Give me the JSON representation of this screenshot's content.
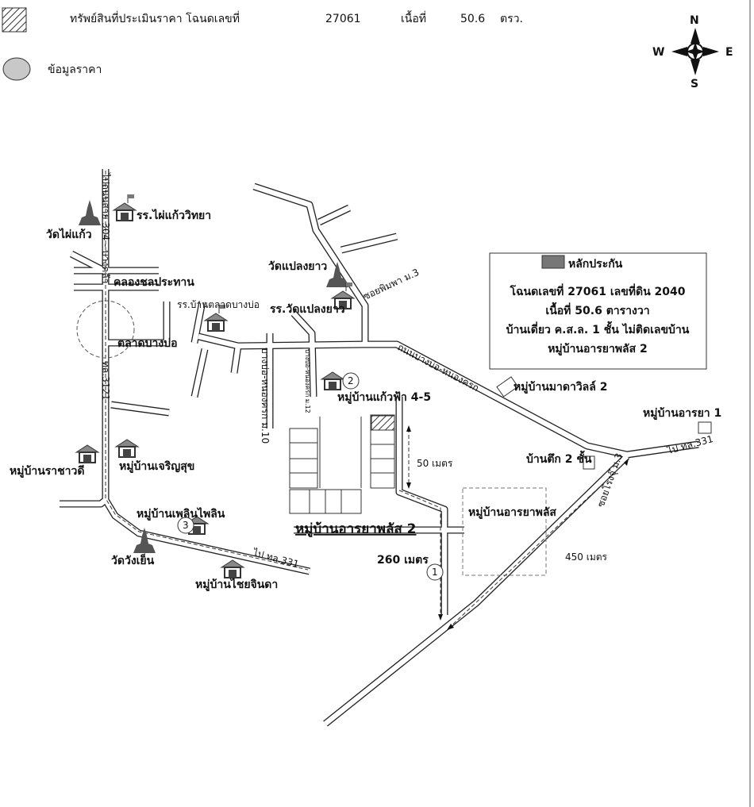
{
  "legend": {
    "subject_label": "ทรัพย์สินที่ประเมินราคา โฉนดเลขที่",
    "deed_no": "27061",
    "area_label": "เนื้อที่",
    "area_value": "50.6",
    "area_unit": "ตรว.",
    "price_data_label": "ข้อมูลราคา"
  },
  "compass": {
    "n": "N",
    "s": "S",
    "e": "E",
    "w": "W"
  },
  "info_box": {
    "title": "หลักประกัน",
    "line1": "โฉนดเลขที่ 27061 เลขที่ดิน 2040",
    "line2": "เนื้อที่ 50.6 ตารางวา",
    "line3": "บ้านเดี่ยว ค.ส.ล. 1 ชั้น ไม่ติดเลขบ้าน",
    "line4": "หมู่บ้านอารยาพลัส 2"
  },
  "roads": {
    "r304": "ไปถนนสาย 304 - บางคล้า",
    "r3121": "ทล.3121",
    "canal": "คลองชลประทาน",
    "soi_phimpha": "ซอยพิมพา ม.3",
    "bangbo_nongkhrok": "ถนนบางบ่อ-หนองครก",
    "bangbo_nongkhrok_m10": "บางบ่อ-หนองครก ม.10",
    "m12": "บางบ่อ-หนองครก ม.12",
    "to331_east": "ไป ทล.331",
    "to331_west": "ไป ทล.331",
    "soi_rongjung": "ซอยโรงจุ๊ ม.3"
  },
  "places": {
    "wat_phaikaeo": "วัดไผ่แก้ว",
    "school_phaikaeo": "รร.ไผ่แก้ววิทยา",
    "wat_plaengyao": "วัดแปลงยาว",
    "school_plaengyao": "รร.วัดแปลงยาว",
    "school_talat": "รร.บ้านตลาดบางบ่อ",
    "talat_bangbo": "ตลาดบางบ่อ",
    "kaewfa": "หมู่บ้านแก้วฟ้า 4-5",
    "madaville": "หมู่บ้านมาดาวิลล์ 2",
    "araya1": "หมู่บ้านอารยา 1",
    "tuek2": "บ้านตึก 2 ชั้น",
    "rachawadee": "หมู่บ้านราชาวดี",
    "charoensuk": "หมู่บ้านเจริญสุข",
    "phloen": "หมู่บ้านเพลินไพลิน",
    "wat_wangyen": "วัดวังเย็น",
    "chaijinda": "หมู่บ้านไชยจินดา",
    "araya_plus": "หมู่บ้านอารยาพลัส",
    "araya_plus2": "หมู่บ้านอารยาพลัส 2"
  },
  "distances": {
    "d50": "50 เมตร",
    "d260": "260 เมตร",
    "d450": "450 เมตร"
  },
  "markers": {
    "m1": "1",
    "m2": "2",
    "m3": "3"
  }
}
